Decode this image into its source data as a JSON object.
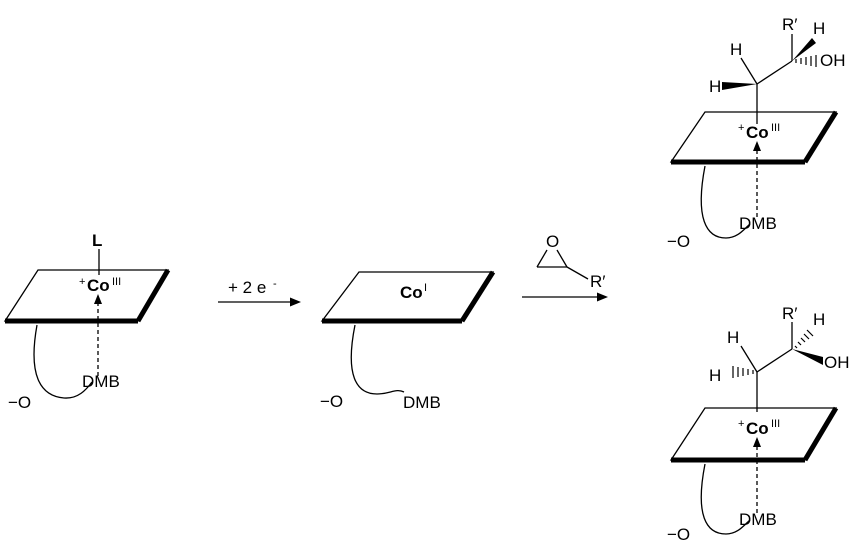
{
  "scheme": {
    "reactant": {
      "ligand": "L",
      "charge": "+",
      "metal": "Co",
      "oxidation": "III",
      "base": "DMB",
      "anion": "−O"
    },
    "step1": {
      "reagent": "+ 2 e",
      "superscript": "-"
    },
    "intermediate": {
      "metal": "Co",
      "oxidation": "I",
      "anion": "−O",
      "base": "DMB"
    },
    "step2": {
      "substituent": "R′",
      "heteroatom": "O"
    },
    "product_top": {
      "H1": "H",
      "H2": "H",
      "R": "R′",
      "H3": "H",
      "OH": "OH",
      "charge": "+",
      "metal": "Co",
      "oxidation": "III",
      "base": "DMB",
      "anion": "−O"
    },
    "product_bottom": {
      "H1": "H",
      "H2": "H",
      "R": "R′",
      "H3": "H",
      "OH": "OH",
      "charge": "+",
      "metal": "Co",
      "oxidation": "III",
      "base": "DMB",
      "anion": "−O"
    }
  }
}
